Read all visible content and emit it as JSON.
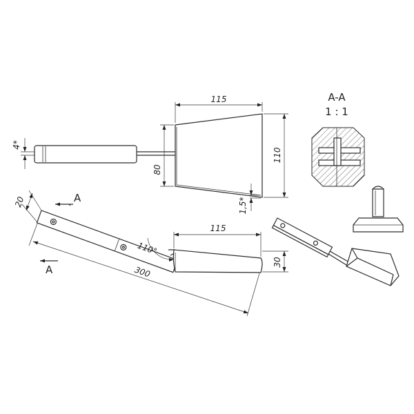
{
  "dimensions": {
    "top_width": "115",
    "top_height": "110",
    "top_inner": "80",
    "top_handle_thk": "4*",
    "top_lip": "1,5*",
    "side_handle_width": "20",
    "side_length": "300",
    "side_pan_width": "115",
    "side_pan_height": "30",
    "side_angle": "110°"
  },
  "section": {
    "cut_label_top": "A",
    "cut_label_bottom": "A",
    "title": "A-A",
    "scale": "1 : 1"
  },
  "colors": {
    "line": "#2a2a2a",
    "background": "#ffffff"
  }
}
